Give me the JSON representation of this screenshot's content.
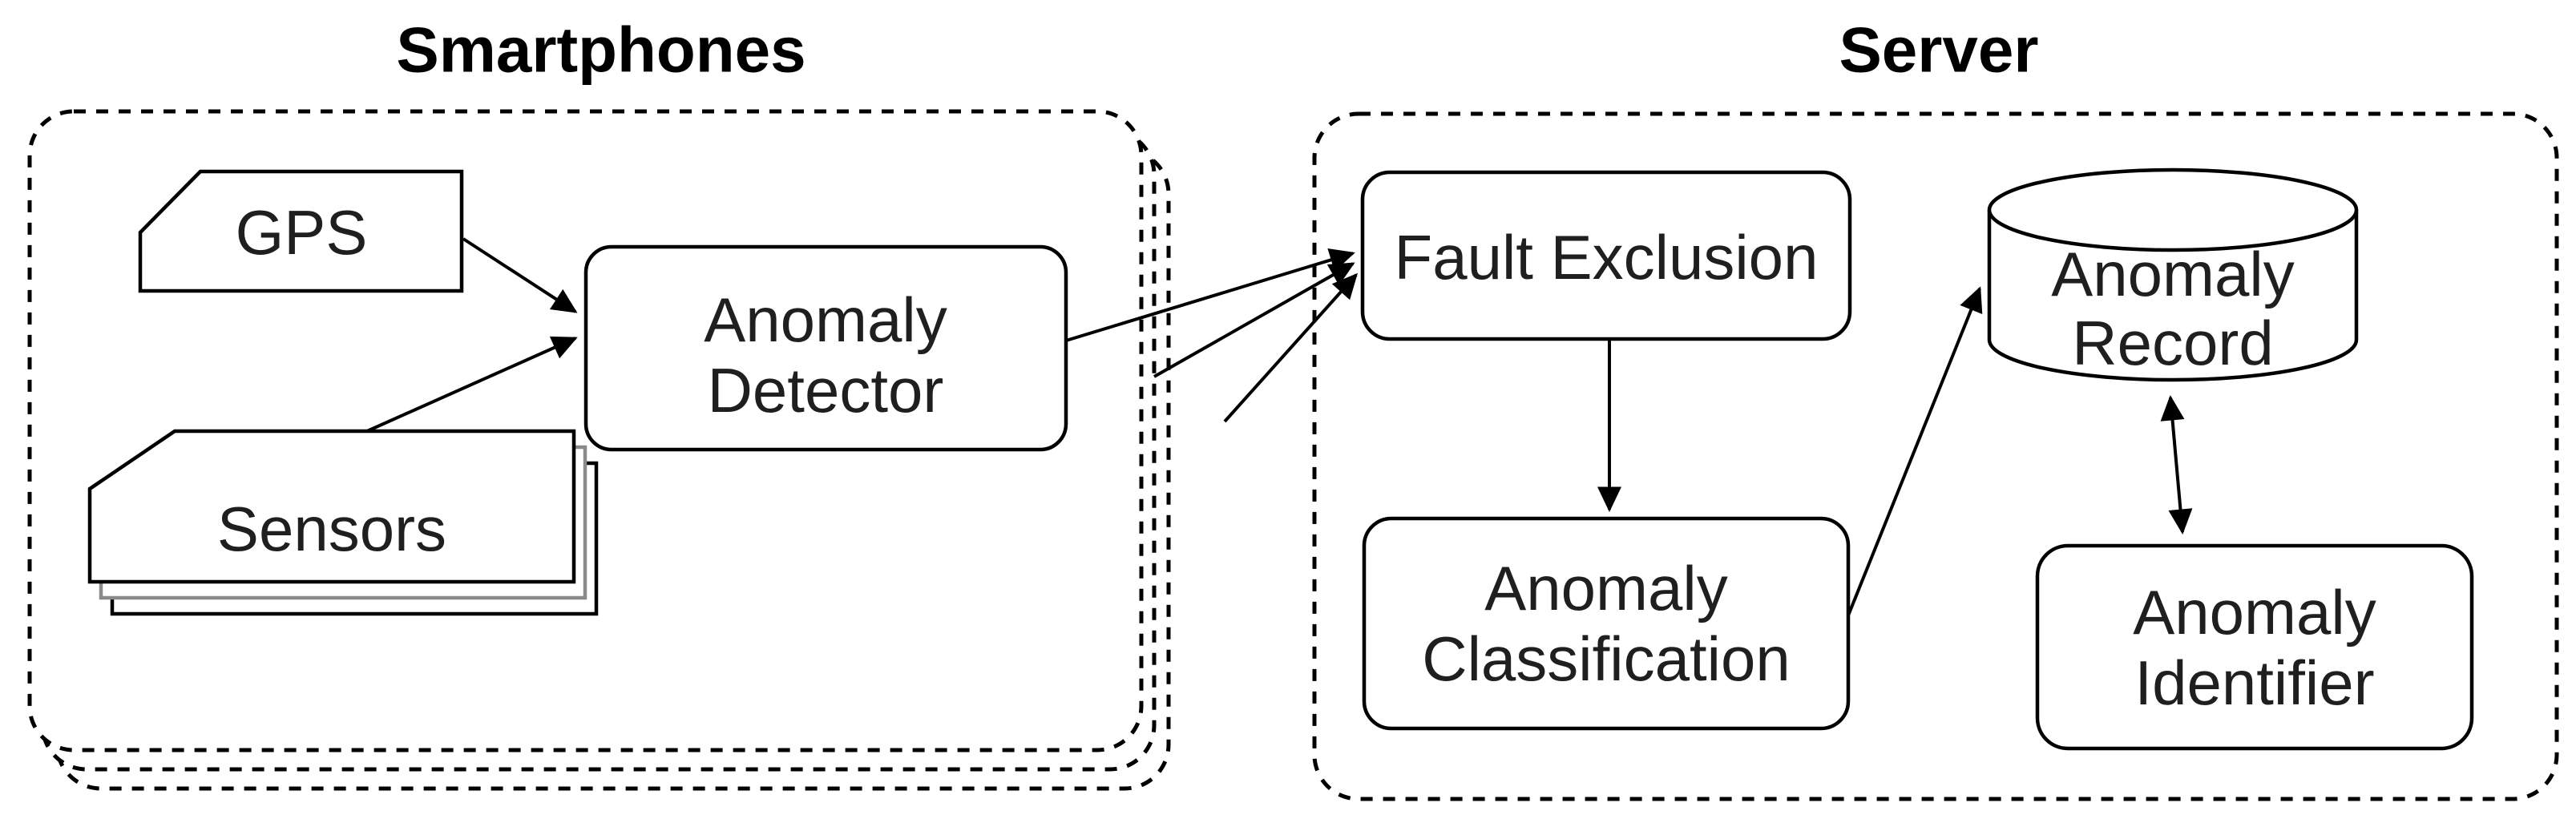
{
  "diagram": {
    "groups": {
      "smartphones": {
        "title": "Smartphones",
        "style": "dashed-rounded-rect, stacked x3 to show multiple devices"
      },
      "server": {
        "title": "Server",
        "style": "dashed-rounded-rect"
      }
    },
    "nodes": {
      "gps": {
        "lines": [
          "GPS"
        ],
        "shape": "card (cut top-left corner)",
        "group": "smartphones"
      },
      "sensors": {
        "lines": [
          "Sensors"
        ],
        "shape": "card (cut top-left corner), stacked x3",
        "group": "smartphones"
      },
      "anomaly_detector": {
        "lines": [
          "Anomaly",
          "Detector"
        ],
        "shape": "rounded-rect",
        "group": "smartphones"
      },
      "fault_exclusion": {
        "lines": [
          "Fault Exclusion"
        ],
        "shape": "rounded-rect",
        "group": "server"
      },
      "anomaly_classification": {
        "lines": [
          "Anomaly",
          "Classification"
        ],
        "shape": "rounded-rect",
        "group": "server"
      },
      "anomaly_record": {
        "lines": [
          "Anomaly",
          "Record"
        ],
        "shape": "database-cylinder",
        "group": "server"
      },
      "anomaly_identifier": {
        "lines": [
          "Anomaly",
          "Identifier"
        ],
        "shape": "rounded-rect",
        "group": "server"
      }
    },
    "edges": [
      {
        "from": "gps",
        "to": "anomaly_detector",
        "type": "arrow"
      },
      {
        "from": "sensors",
        "to": "anomaly_detector",
        "type": "arrow"
      },
      {
        "from": "anomaly_detector",
        "to": "fault_exclusion",
        "type": "arrow"
      },
      {
        "from": "anomaly_detector (smartphone copy 2)",
        "to": "fault_exclusion",
        "type": "arrow"
      },
      {
        "from": "anomaly_detector (smartphone copy 3)",
        "to": "fault_exclusion",
        "type": "arrow"
      },
      {
        "from": "fault_exclusion",
        "to": "anomaly_classification",
        "type": "arrow"
      },
      {
        "from": "anomaly_classification",
        "to": "anomaly_record",
        "type": "arrow"
      },
      {
        "from": "anomaly_record",
        "to": "anomaly_identifier",
        "type": "double-arrow"
      }
    ],
    "colors": {
      "stroke": "#000000",
      "fill": "#ffffff",
      "text": "#1f1f1f",
      "shadow_stroke": "#8a8a8a",
      "background": "#ffffff"
    }
  }
}
